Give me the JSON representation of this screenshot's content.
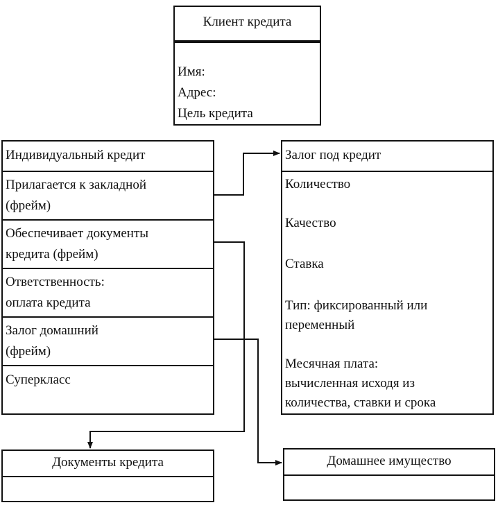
{
  "client_box": {
    "title": "Клиент кредита",
    "fields": [
      "Имя:",
      "Адрес:",
      "Цель кредита"
    ]
  },
  "individual_box": {
    "title": "Индивидуальный кредит",
    "slots": [
      [
        "Прилагается к закладной",
        "(фрейм)"
      ],
      [
        "Обеспечивает документы",
        "кредита (фрейм)"
      ],
      [
        "Ответственность:",
        "оплата кредита"
      ],
      [
        "Залог домашний",
        "(фрейм)"
      ],
      [
        "Суперкласс"
      ]
    ]
  },
  "collateral_box": {
    "title": "Залог под кредит",
    "fields": [
      [
        "Количество"
      ],
      [
        "Качество"
      ],
      [
        "Ставка"
      ],
      [
        "Тип: фиксированный или",
        "переменный"
      ],
      [
        "Месячная плата:",
        "вычисленная исходя из",
        "количества, ставки и срока"
      ]
    ]
  },
  "documents_box": {
    "title": "Документы кредита"
  },
  "property_box": {
    "title": "Домашнее имущество"
  }
}
